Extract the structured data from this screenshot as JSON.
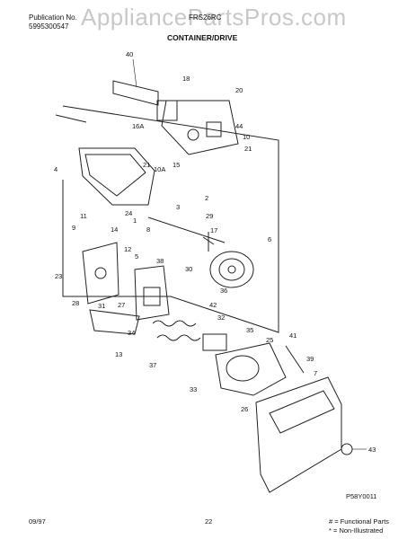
{
  "header": {
    "publication_label": "Publication No.",
    "publication_number": "5995300547",
    "model": "FRS26RC",
    "section_title": "CONTAINER/DRIVE",
    "watermark": "AppliancePartsPros.com"
  },
  "footer": {
    "date": "09/97",
    "page": "22",
    "diagram_code": "P58Y0011",
    "legend_functional": "# = Functional Parts",
    "legend_non_illustrated": "* = Non-Illustrated"
  },
  "callouts": [
    "40",
    "18",
    "20",
    "16A",
    "44",
    "10",
    "21",
    "15",
    "4",
    "21",
    "10A",
    "2",
    "24",
    "1",
    "3",
    "8",
    "29",
    "11",
    "9",
    "14",
    "17",
    "6",
    "12",
    "5",
    "38",
    "30",
    "23",
    "36",
    "28",
    "31",
    "27",
    "42",
    "32",
    "34",
    "35",
    "25",
    "41",
    "13",
    "37",
    "39",
    "33",
    "7",
    "26",
    "43"
  ]
}
